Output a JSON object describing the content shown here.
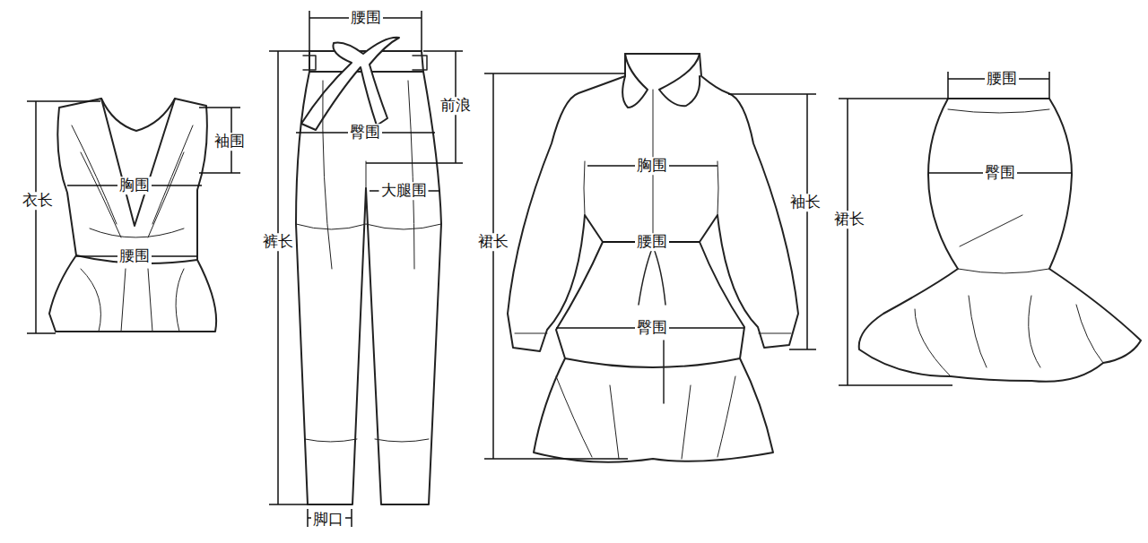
{
  "diagram": {
    "labels": [
      "衣长",
      "袖围",
      "胸围",
      "腰围",
      "腰围",
      "前浪",
      "臀围",
      "大腿围",
      "裤长",
      "脚口",
      "胸围",
      "袖长",
      "裙长",
      "腰围",
      "臀围",
      "腰围",
      "臀围",
      "裙长"
    ]
  }
}
